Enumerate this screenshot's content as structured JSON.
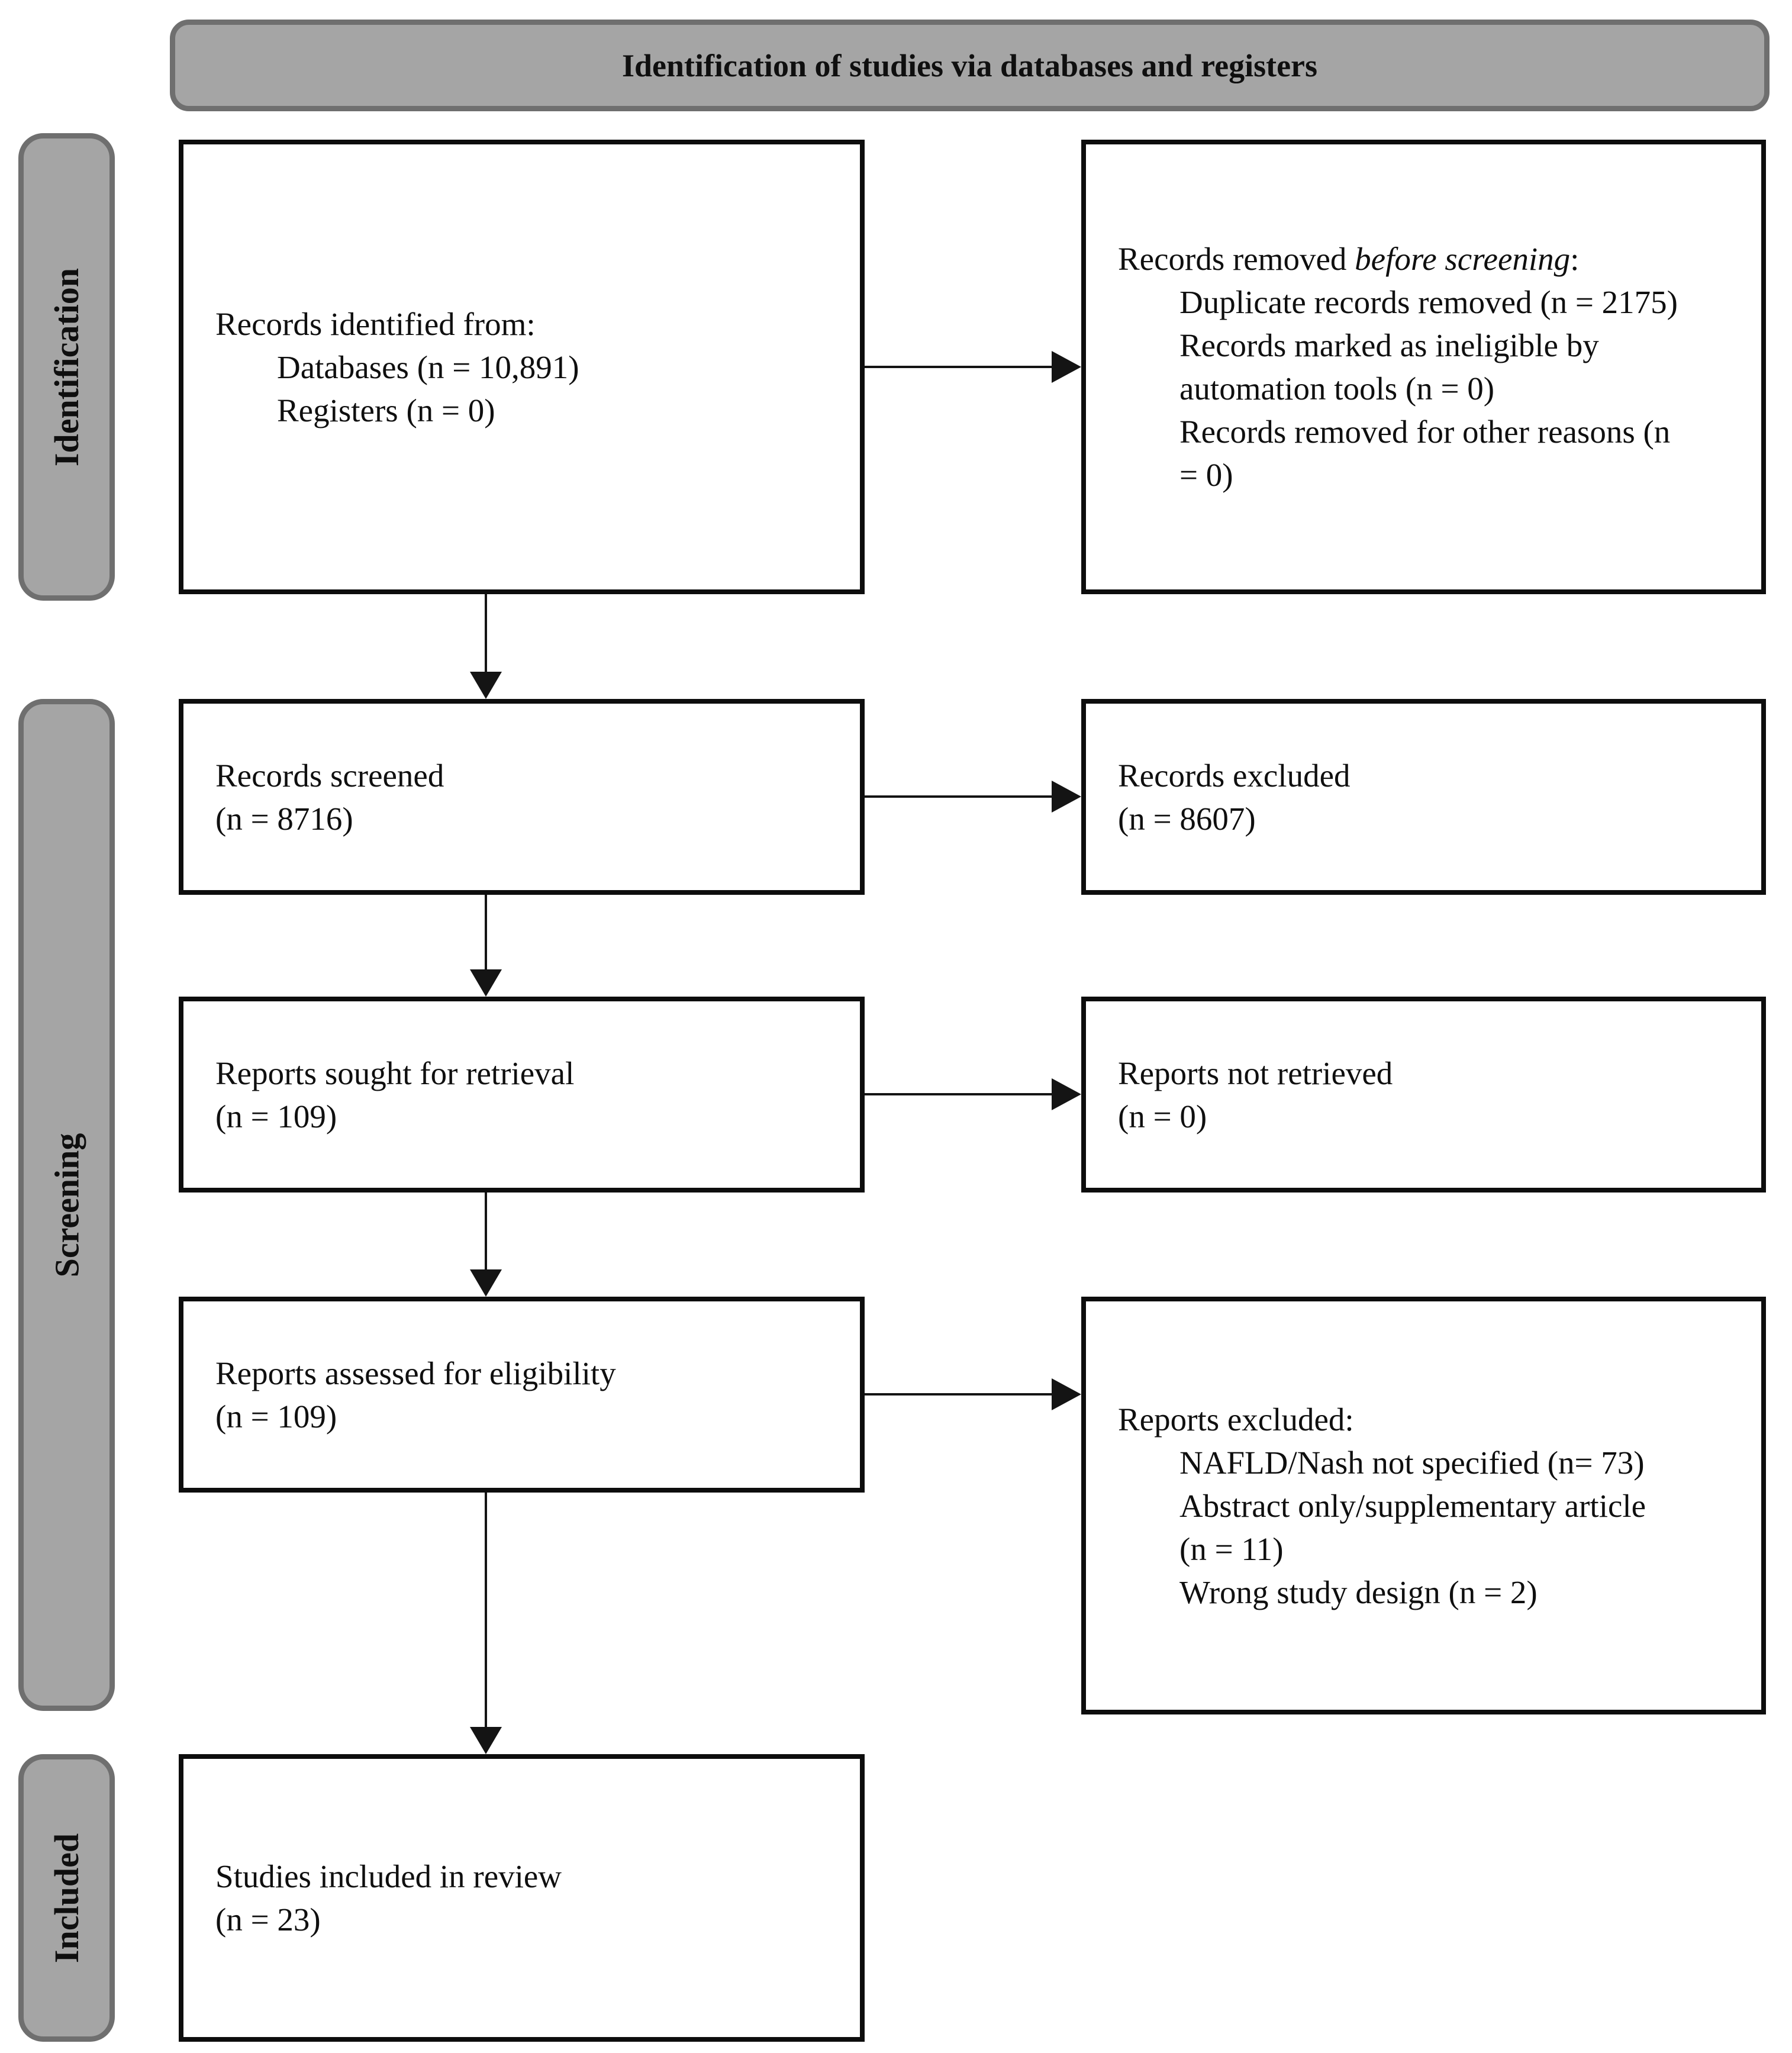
{
  "header": {
    "title": "Identification of studies via databases and registers"
  },
  "stages": [
    {
      "label": "Identification"
    },
    {
      "label": "Screening"
    },
    {
      "label": "Included"
    }
  ],
  "boxes": {
    "identified": {
      "intro": "Records identified from:",
      "items": [
        "Databases (n = 10,891)",
        "Registers (n = 0)"
      ]
    },
    "removed_before_screening": {
      "intro_pre": "Records removed ",
      "intro_italic": "before screening",
      "intro_post": ":",
      "items": [
        "Duplicate records removed (n = 2175)",
        "Records marked as ineligible by automation tools (n = 0)",
        "Records removed for other reasons (n = 0)"
      ]
    },
    "screened": {
      "label": "Records screened",
      "count": "(n = 8716)"
    },
    "records_excluded": {
      "label": "Records excluded",
      "count": "(n = 8607)"
    },
    "sought": {
      "label": "Reports sought for retrieval",
      "count": "(n = 109)"
    },
    "not_retrieved": {
      "label": "Reports not retrieved",
      "count": "(n = 0)"
    },
    "assessed": {
      "label": "Reports assessed for eligibility",
      "count": "(n = 109)"
    },
    "reports_excluded": {
      "intro": "Reports excluded:",
      "items": [
        "NAFLD/Nash not specified (n= 73)",
        "Abstract only/supplementary article (n = 11)",
        "Wrong study design (n = 2)"
      ]
    },
    "included_studies": {
      "label": "Studies included in review",
      "count": "(n = 23)"
    }
  }
}
